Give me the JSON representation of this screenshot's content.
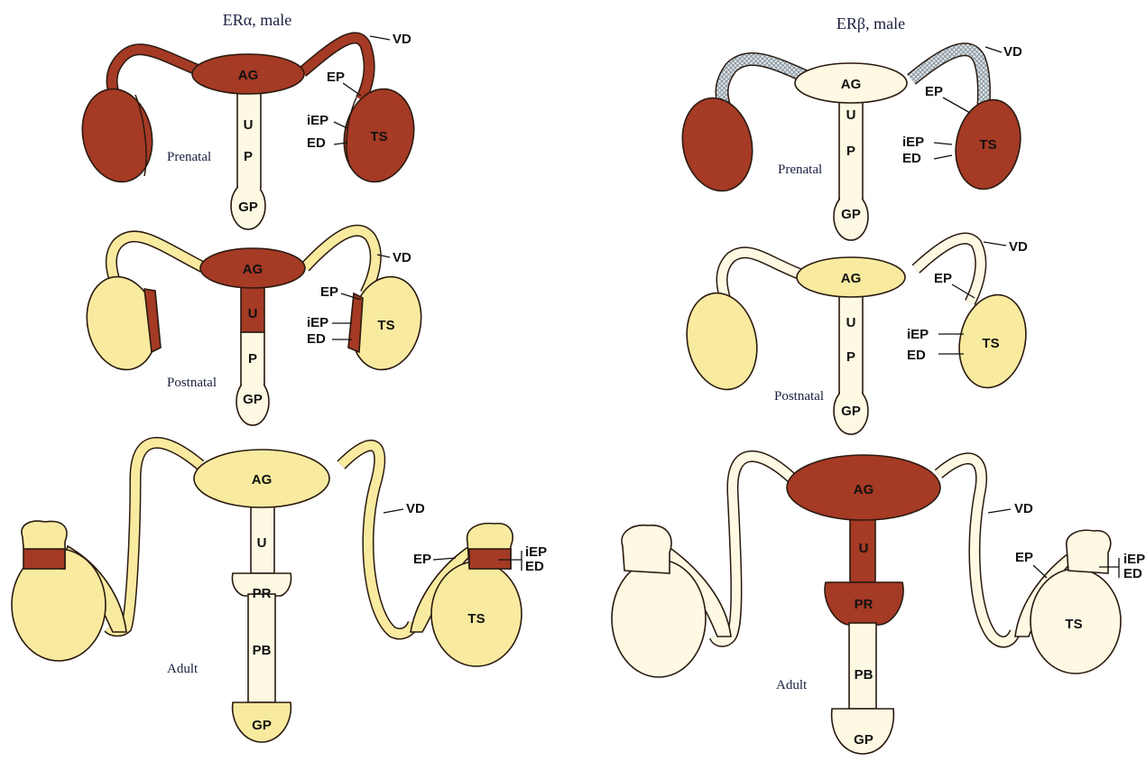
{
  "colors": {
    "expressed": "#a53a25",
    "yellow": "#f8eba0",
    "cream": "#fdf9e3",
    "hatched": "#b8c4cc",
    "outline": "#2a1a10"
  },
  "panels": [
    {
      "title": "ERα, male",
      "stages": [
        {
          "name": "Prenatal",
          "labels": {
            "vd": "VD",
            "ag": "AG",
            "ep": "EP",
            "u": "U",
            "iep": "iEP",
            "ed": "ED",
            "ts": "TS",
            "p": "P",
            "gp": "GP"
          }
        },
        {
          "name": "Postnatal",
          "labels": {
            "vd": "VD",
            "ag": "AG",
            "ep": "EP",
            "u": "U",
            "iep": "iEP",
            "ed": "ED",
            "ts": "TS",
            "p": "P",
            "gp": "GP"
          }
        },
        {
          "name": "Adult",
          "labels": {
            "ag": "AG",
            "vd": "VD",
            "u": "U",
            "ep": "EP",
            "iep": "iEP",
            "ed": "ED",
            "pr": "PR",
            "ts": "TS",
            "pb": "PB",
            "gp": "GP"
          }
        }
      ]
    },
    {
      "title": "ERβ, male",
      "stages": [
        {
          "name": "Prenatal",
          "labels": {
            "vd": "VD",
            "ag": "AG",
            "ep": "EP",
            "u": "U",
            "iep": "iEP",
            "ed": "ED",
            "ts": "TS",
            "p": "P",
            "gp": "GP"
          }
        },
        {
          "name": "Postnatal",
          "labels": {
            "vd": "VD",
            "ag": "AG",
            "ep": "EP",
            "u": "U",
            "iep": "iEP",
            "ed": "ED",
            "ts": "TS",
            "p": "P",
            "gp": "GP"
          }
        },
        {
          "name": "Adult",
          "labels": {
            "ag": "AG",
            "vd": "VD",
            "u": "U",
            "ep": "EP",
            "iep": "iEP",
            "ed": "ED",
            "pr": "PR",
            "ts": "TS",
            "pb": "PB",
            "gp": "GP"
          }
        }
      ]
    }
  ]
}
